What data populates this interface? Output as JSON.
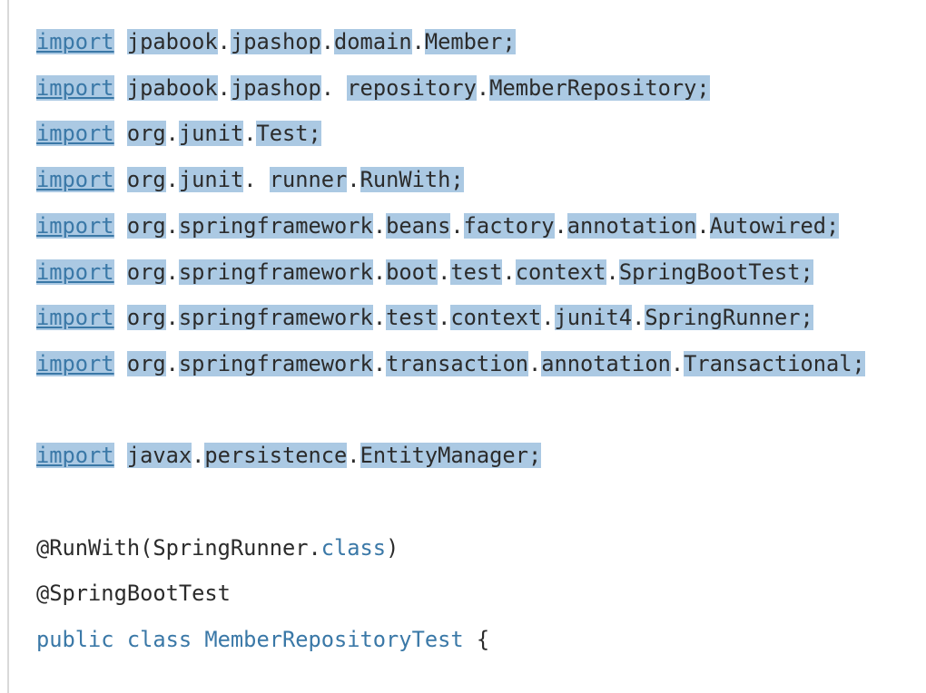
{
  "colors": {
    "background": "#ffffff",
    "selection_highlight": "#abc9e3",
    "keyword_blue": "#3a78a7",
    "text_dark": "#2b2b2b",
    "left_border_gray": "#d9d9d9"
  },
  "code": {
    "language": "java",
    "lines": [
      {
        "segments": [
          [
            "kw",
            "import"
          ],
          [
            "pl",
            " "
          ],
          [
            "hl",
            "jpabook"
          ],
          [
            "pl",
            "."
          ],
          [
            "hl",
            "jpashop"
          ],
          [
            "pl",
            "."
          ],
          [
            "hl",
            "domain"
          ],
          [
            "pl",
            "."
          ],
          [
            "hl",
            "Member;"
          ]
        ]
      },
      {
        "segments": [
          [
            "kw",
            "import"
          ],
          [
            "pl",
            " "
          ],
          [
            "hl",
            "jpabook"
          ],
          [
            "pl",
            "."
          ],
          [
            "hl",
            "jpashop"
          ],
          [
            "pl",
            ". "
          ],
          [
            "hl",
            "repository"
          ],
          [
            "pl",
            "."
          ],
          [
            "hl",
            "MemberRepository;"
          ]
        ]
      },
      {
        "segments": [
          [
            "kw",
            "import"
          ],
          [
            "pl",
            " "
          ],
          [
            "hl",
            "org"
          ],
          [
            "pl",
            "."
          ],
          [
            "hl",
            "junit"
          ],
          [
            "pl",
            "."
          ],
          [
            "hl",
            "Test;"
          ]
        ]
      },
      {
        "segments": [
          [
            "kw",
            "import"
          ],
          [
            "pl",
            " "
          ],
          [
            "hl",
            "org"
          ],
          [
            "pl",
            "."
          ],
          [
            "hl",
            "junit"
          ],
          [
            "pl",
            ". "
          ],
          [
            "hl",
            "runner"
          ],
          [
            "pl",
            "."
          ],
          [
            "hl",
            "RunWith;"
          ]
        ]
      },
      {
        "segments": [
          [
            "kw",
            "import"
          ],
          [
            "pl",
            " "
          ],
          [
            "hl",
            "org"
          ],
          [
            "pl",
            "."
          ],
          [
            "hl",
            "springframework"
          ],
          [
            "pl",
            "."
          ],
          [
            "hl",
            "beans"
          ],
          [
            "pl",
            "."
          ],
          [
            "hl",
            "factory"
          ],
          [
            "pl",
            "."
          ],
          [
            "hl",
            "annotation"
          ],
          [
            "pl",
            "."
          ],
          [
            "hl",
            "Autowired;"
          ]
        ]
      },
      {
        "segments": [
          [
            "kw",
            "import"
          ],
          [
            "pl",
            " "
          ],
          [
            "hl",
            "org"
          ],
          [
            "pl",
            "."
          ],
          [
            "hl",
            "springframework"
          ],
          [
            "pl",
            "."
          ],
          [
            "hl",
            "boot"
          ],
          [
            "pl",
            "."
          ],
          [
            "hl",
            "test"
          ],
          [
            "pl",
            "."
          ],
          [
            "hl",
            "context"
          ],
          [
            "pl",
            "."
          ],
          [
            "hl",
            "SpringBootTest;"
          ]
        ]
      },
      {
        "segments": [
          [
            "kw",
            "import"
          ],
          [
            "pl",
            " "
          ],
          [
            "hl",
            "org"
          ],
          [
            "pl",
            "."
          ],
          [
            "hl",
            "springframework"
          ],
          [
            "pl",
            "."
          ],
          [
            "hl",
            "test"
          ],
          [
            "pl",
            "."
          ],
          [
            "hl",
            "context"
          ],
          [
            "pl",
            "."
          ],
          [
            "hl",
            "junit4"
          ],
          [
            "pl",
            "."
          ],
          [
            "hl",
            "SpringRunner;"
          ]
        ]
      },
      {
        "segments": [
          [
            "kw",
            "import"
          ],
          [
            "pl",
            " "
          ],
          [
            "hl",
            "org"
          ],
          [
            "pl",
            "."
          ],
          [
            "hl",
            "springframework"
          ],
          [
            "pl",
            "."
          ],
          [
            "hl",
            "transaction"
          ],
          [
            "pl",
            "."
          ],
          [
            "hl",
            "annotation"
          ],
          [
            "pl",
            "."
          ],
          [
            "hl",
            "Transactional;"
          ]
        ]
      },
      {
        "segments": []
      },
      {
        "segments": [
          [
            "kw",
            "import"
          ],
          [
            "pl",
            " "
          ],
          [
            "hl",
            "javax"
          ],
          [
            "pl",
            "."
          ],
          [
            "hl",
            "persistence"
          ],
          [
            "pl",
            "."
          ],
          [
            "hl",
            "EntityManager;"
          ]
        ]
      },
      {
        "segments": []
      },
      {
        "segments": [
          [
            "pl",
            "@RunWith(SpringRunner."
          ],
          [
            "bl",
            "class"
          ],
          [
            "pl",
            ")"
          ]
        ]
      },
      {
        "segments": [
          [
            "pl",
            "@SpringBootTest"
          ]
        ]
      },
      {
        "segments": [
          [
            "bl",
            "public class MemberRepositoryTest"
          ],
          [
            "pl",
            " {"
          ]
        ]
      }
    ]
  }
}
